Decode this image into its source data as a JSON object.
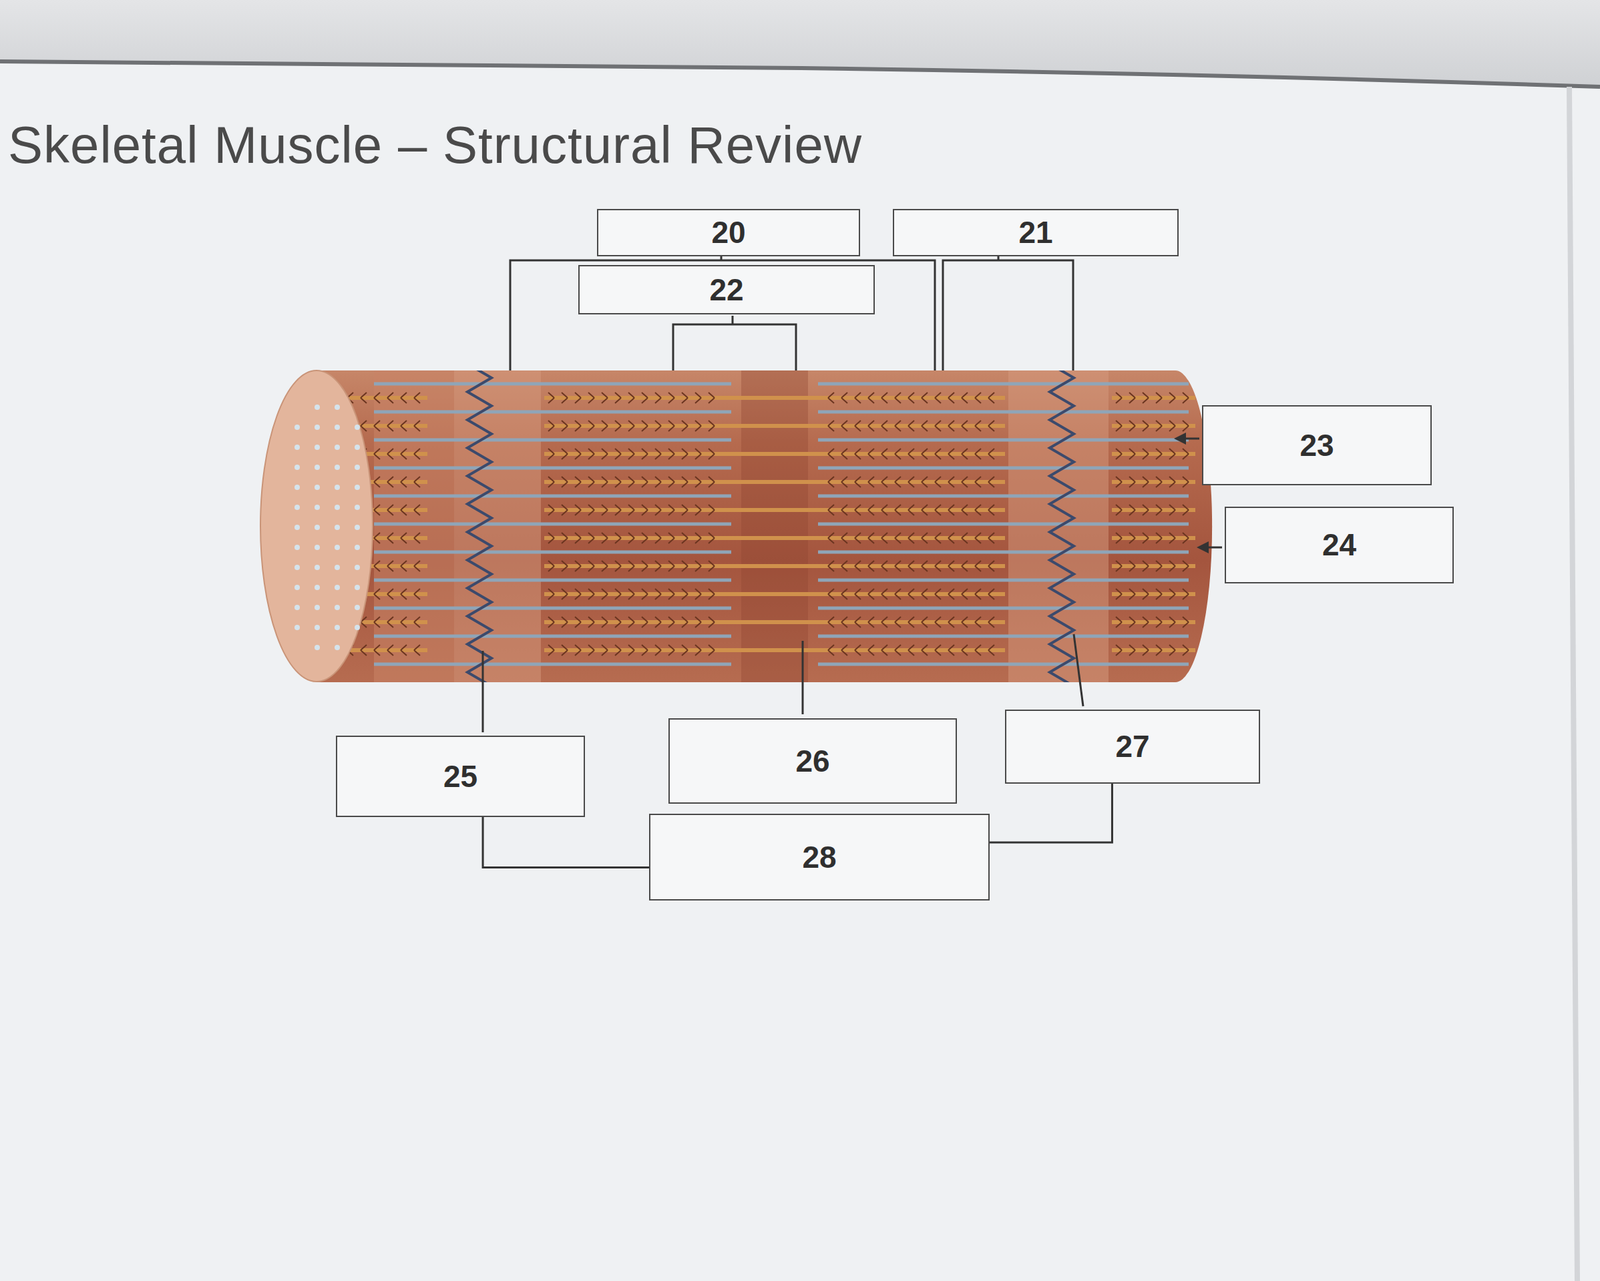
{
  "diagram": {
    "title": "Skeletal Muscle – Structural Review",
    "nodes": [
      {
        "text": [
          "20"
        ]
      },
      {
        "text": [
          "21"
        ]
      },
      {
        "text": [
          "22"
        ]
      },
      {
        "text": [
          "23"
        ]
      },
      {
        "text": [
          "24"
        ]
      },
      {
        "text": [
          "25"
        ]
      },
      {
        "text": [
          "26"
        ]
      },
      {
        "text": [
          "27"
        ]
      },
      {
        "text": [
          "28"
        ]
      }
    ],
    "edges": [
      {
        "from": 5,
        "to": 8,
        "arrow": "none"
      },
      {
        "from": 7,
        "to": 8,
        "arrow": "none"
      }
    ]
  }
}
